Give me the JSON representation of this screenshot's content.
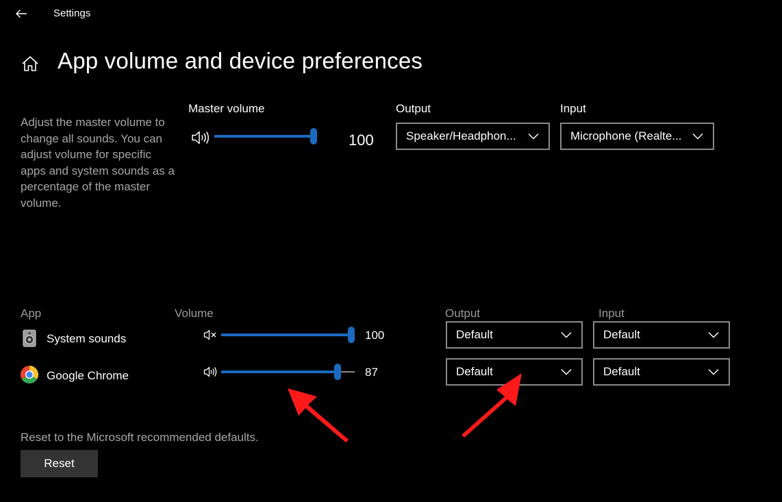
{
  "window": {
    "title": "Settings"
  },
  "page": {
    "title": "App volume and device preferences",
    "description": "Adjust the master volume to change all sounds. You can adjust volume for specific apps and system sounds as a percentage of the master volume."
  },
  "master": {
    "label": "Master volume",
    "value_text": "100",
    "level_percent": 100,
    "icon": "speaker-icon",
    "output_label": "Output",
    "output_value": "Speaker/Headphon...",
    "input_label": "Input",
    "input_value": "Microphone (Realte..."
  },
  "apps_table": {
    "headers": {
      "app": "App",
      "volume": "Volume",
      "output": "Output",
      "input": "Input"
    },
    "rows": [
      {
        "name": "System sounds",
        "icon": "system-sounds-icon",
        "volume_icon": "speaker-muted-icon",
        "volume_text": "100",
        "level_percent": 100,
        "output": "Default",
        "input": "Default"
      },
      {
        "name": "Google Chrome",
        "icon": "chrome-icon",
        "volume_icon": "speaker-icon",
        "volume_text": "87",
        "level_percent": 87,
        "output": "Default",
        "input": "Default"
      }
    ]
  },
  "reset": {
    "text": "Reset to the Microsoft recommended defaults.",
    "button_label": "Reset"
  },
  "colors": {
    "background": "#000000",
    "accent": "#1a6bc0",
    "annotation_arrow": "#ff1a1a",
    "button_bg": "#333333"
  }
}
